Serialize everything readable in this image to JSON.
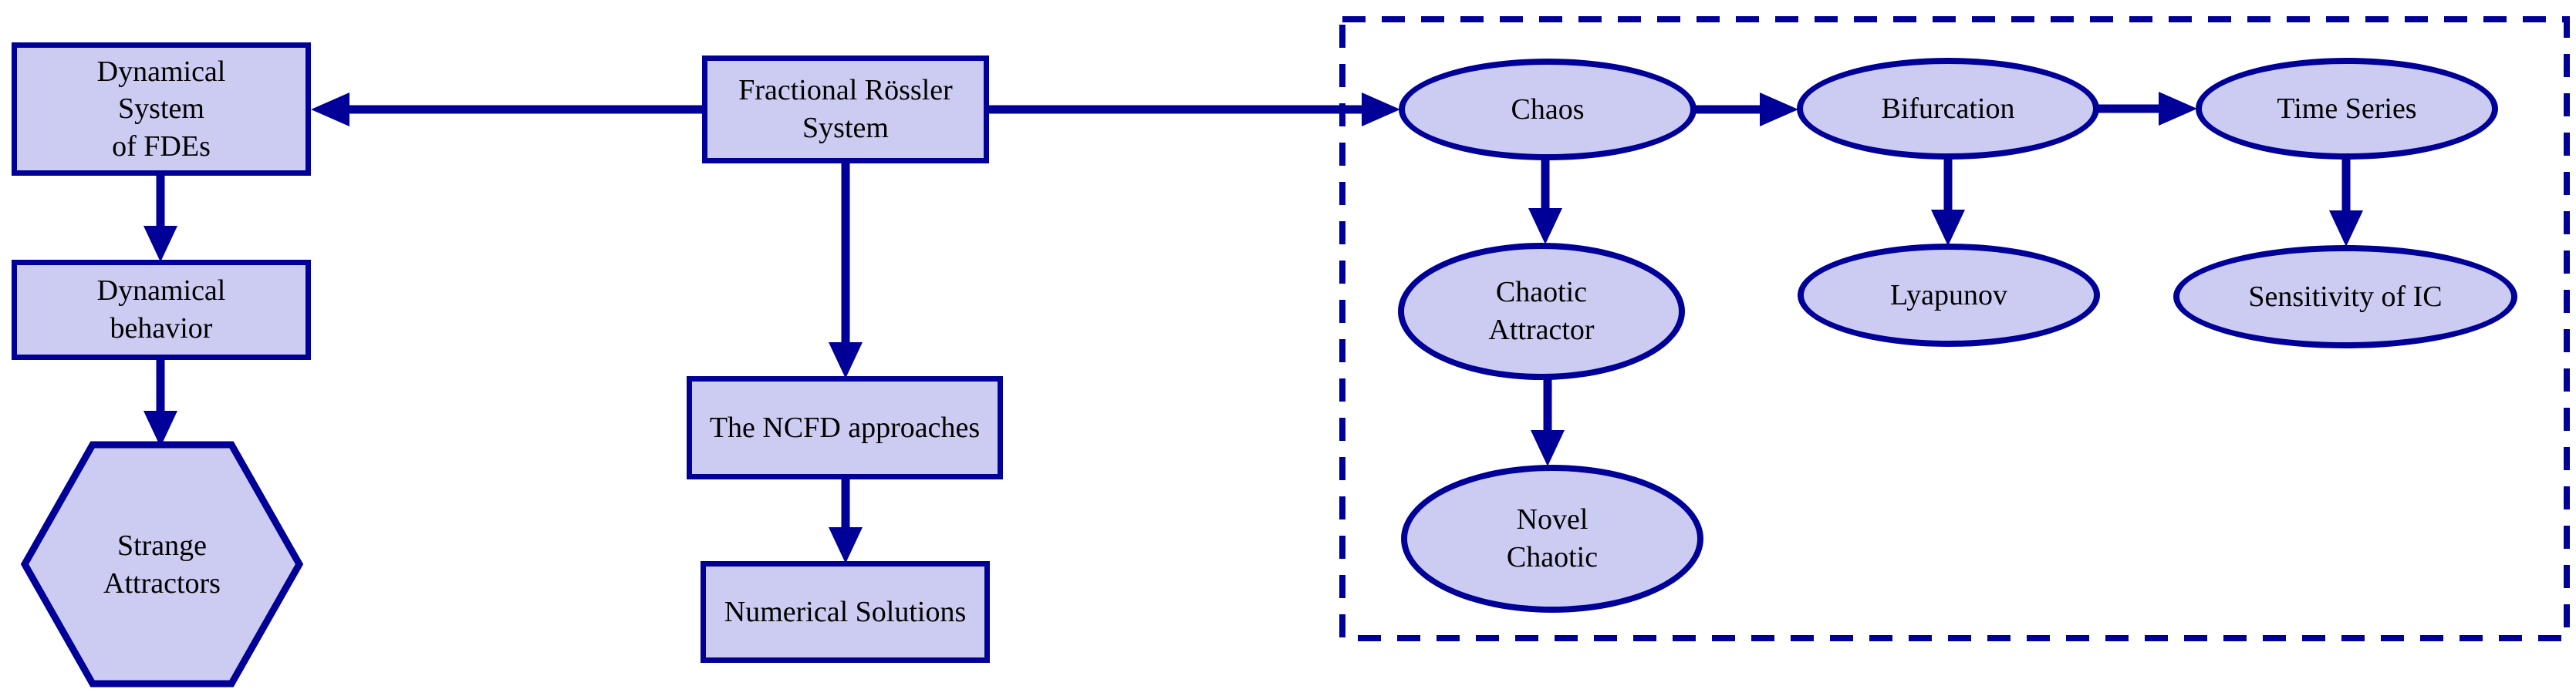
{
  "diagram": {
    "title": "Fractional Rössler System flowchart",
    "colors": {
      "node_fill": "#ccccf2",
      "node_border": "#000099",
      "arrow": "#000099",
      "dashed_boundary": "#000099",
      "text": "#000000",
      "background": "#ffffff"
    },
    "nodes": {
      "dynamical_system_of_fdes": {
        "shape": "rectangle",
        "lines": [
          "Dynamical",
          "System",
          "of FDEs"
        ]
      },
      "dynamical_behavior": {
        "shape": "rectangle",
        "lines": [
          "Dynamical",
          "behavior"
        ]
      },
      "strange_attractors": {
        "shape": "hexagon",
        "lines": [
          "Strange",
          "Attractors"
        ]
      },
      "fractional_rossler_system": {
        "shape": "rectangle",
        "lines": [
          "Fractional Rössler",
          "System"
        ]
      },
      "ncfd_approaches": {
        "shape": "rectangle",
        "lines": [
          "The NCFD approaches"
        ]
      },
      "numerical_solutions": {
        "shape": "rectangle",
        "lines": [
          "Numerical Solutions"
        ]
      },
      "chaos": {
        "shape": "ellipse",
        "lines": [
          "Chaos"
        ]
      },
      "bifurcation": {
        "shape": "ellipse",
        "lines": [
          "Bifurcation"
        ]
      },
      "time_series": {
        "shape": "ellipse",
        "lines": [
          "Time Series"
        ]
      },
      "chaotic_attractor": {
        "shape": "ellipse",
        "lines": [
          "Chaotic",
          "Attractor"
        ]
      },
      "lyapunov": {
        "shape": "ellipse",
        "lines": [
          "Lyapunov"
        ]
      },
      "sensitivity_of_ic": {
        "shape": "ellipse",
        "lines": [
          "Sensitivity of IC"
        ]
      },
      "novel_chaotic": {
        "shape": "ellipse",
        "lines": [
          "Novel",
          "Chaotic"
        ]
      }
    },
    "edges": [
      {
        "from": "fractional_rossler_system",
        "to": "dynamical_system_of_fdes",
        "direction": "left"
      },
      {
        "from": "dynamical_system_of_fdes",
        "to": "dynamical_behavior",
        "direction": "down"
      },
      {
        "from": "dynamical_behavior",
        "to": "strange_attractors",
        "direction": "down"
      },
      {
        "from": "fractional_rossler_system",
        "to": "ncfd_approaches",
        "direction": "down"
      },
      {
        "from": "ncfd_approaches",
        "to": "numerical_solutions",
        "direction": "down"
      },
      {
        "from": "fractional_rossler_system",
        "to": "chaos",
        "direction": "right"
      },
      {
        "from": "chaos",
        "to": "bifurcation",
        "direction": "right"
      },
      {
        "from": "bifurcation",
        "to": "time_series",
        "direction": "right"
      },
      {
        "from": "chaos",
        "to": "chaotic_attractor",
        "direction": "down"
      },
      {
        "from": "chaotic_attractor",
        "to": "novel_chaotic",
        "direction": "down"
      },
      {
        "from": "bifurcation",
        "to": "lyapunov",
        "direction": "down"
      },
      {
        "from": "time_series",
        "to": "sensitivity_of_ic",
        "direction": "down"
      }
    ]
  }
}
